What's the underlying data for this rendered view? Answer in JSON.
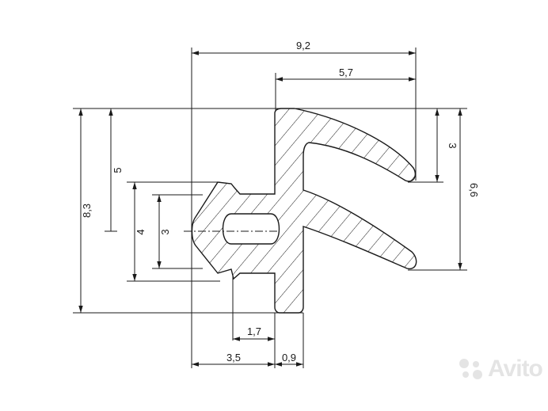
{
  "dimensions": {
    "overall_width": "9,2",
    "upper_lip_width": "5,7",
    "upper_lip_height": "3",
    "right_height": "6,6",
    "total_height": "8,3",
    "top_to_center": "5",
    "head_height": "4",
    "slot_height": "3",
    "neck_width": "1,7",
    "head_width": "3,5",
    "stem_width": "0,9"
  },
  "watermark": {
    "text": "Avito",
    "color": "#cfcfcf"
  },
  "colors": {
    "stroke": "#1a1a1a",
    "hatch": "#1a1a1a",
    "background": "#ffffff"
  }
}
